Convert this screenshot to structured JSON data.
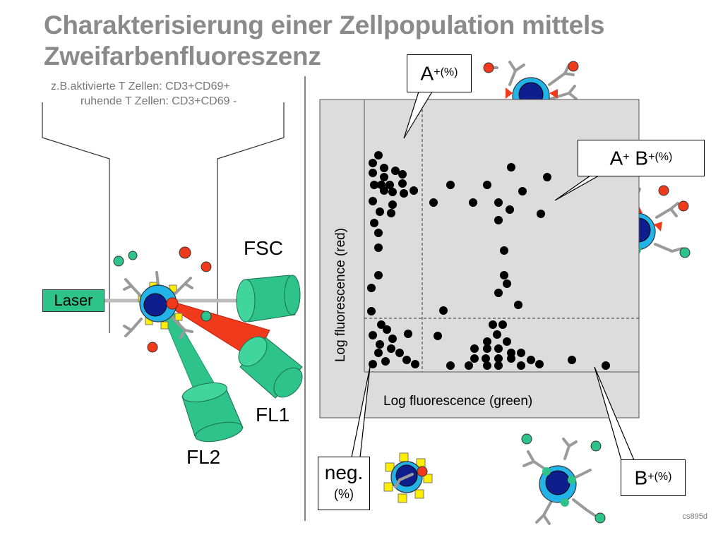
{
  "title": {
    "line1": "Charakterisierung einer Zellpopulation mittels",
    "line2": "Zweifarbenfluoreszenz"
  },
  "subtitle": {
    "line1": "z.B.aktivierte T Zellen: CD3+CD69+",
    "line2": "ruhende T Zellen: CD3+CD69 -"
  },
  "instrument": {
    "laser": "Laser",
    "fsc": "FSC",
    "fl1": "FL1",
    "fl2": "FL2"
  },
  "callouts": {
    "a_pos": {
      "main": "A",
      "sup": "+(%)"
    },
    "ab_pos": {
      "a": "A",
      "a_sup": "+",
      "b": " B",
      "b_sup": "+(%)"
    },
    "b_pos": {
      "main": "B",
      "sup": "+(%)"
    },
    "neg": {
      "main": "neg.",
      "sub": "(%)"
    }
  },
  "plot": {
    "xlabel": "Log fluorescence (green)",
    "ylabel": "Log fluorescence (red)"
  },
  "colors": {
    "green": "#2ec38a",
    "red": "#f03a1c",
    "yellow": "#ffee00",
    "plot_bg": "#dcdcdc",
    "cell_outer": "#22b4e8",
    "cell_nucleus": "#0e1e8c",
    "antibody": "#9a9a9a"
  },
  "footer": "cs895d"
}
